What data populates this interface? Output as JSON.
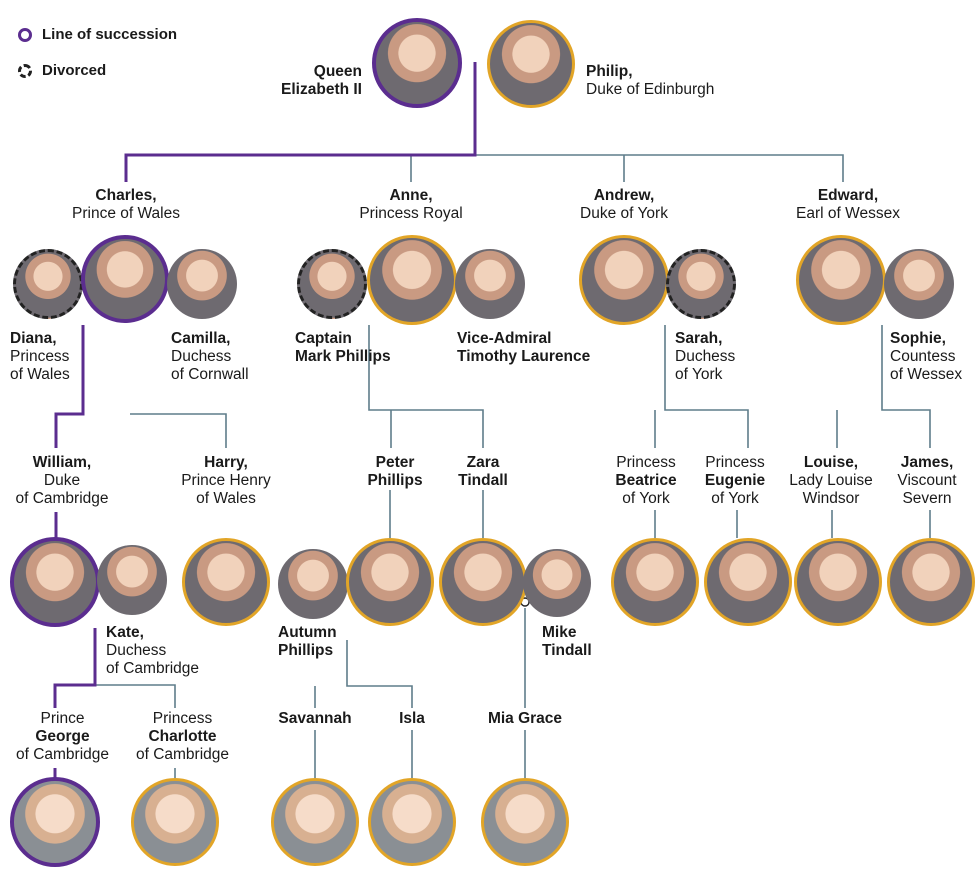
{
  "legend": {
    "line_of_succession": "Line of succession",
    "divorced": "Divorced"
  },
  "colors": {
    "succession": "#5b2d8f",
    "spouse_ring": "#e2a527",
    "line": "#5f7d8a",
    "divorced": "#222222"
  },
  "people": {
    "elizabeth": {
      "l1": "Queen",
      "l2": "Elizabeth II"
    },
    "philip": {
      "l1": "Philip,",
      "l2": "Duke of Edinburgh"
    },
    "charles": {
      "l1": "Charles,",
      "l2": "Prince of Wales"
    },
    "anne": {
      "l1": "Anne,",
      "l2": "Princess Royal"
    },
    "andrew": {
      "l1": "Andrew,",
      "l2": "Duke of York"
    },
    "edward": {
      "l1": "Edward,",
      "l2": "Earl of Wessex"
    },
    "diana": {
      "l1": "Diana,",
      "l2": "Princess",
      "l3": "of Wales"
    },
    "camilla": {
      "l1": "Camilla,",
      "l2": "Duchess",
      "l3": "of Cornwall"
    },
    "mark": {
      "l1": "Captain",
      "l2": "Mark Phillips"
    },
    "timothy": {
      "l1": "Vice-Admiral",
      "l2": "Timothy Laurence"
    },
    "sarah": {
      "l1": "Sarah,",
      "l2": "Duchess",
      "l3": "of York"
    },
    "sophie": {
      "l1": "Sophie,",
      "l2": "Countess",
      "l3": "of Wessex"
    },
    "william": {
      "l1": "William,",
      "l2": "Duke",
      "l3": "of Cambridge"
    },
    "harry": {
      "l1": "Harry,",
      "l2": "Prince Henry",
      "l3": "of Wales"
    },
    "peter": {
      "l1": "Peter",
      "l2": "Phillips"
    },
    "zara": {
      "l1": "Zara",
      "l2": "Tindall"
    },
    "beatrice": {
      "l1": "Princess",
      "l2": "Beatrice",
      "l3": "of York"
    },
    "eugenie": {
      "l1": "Princess",
      "l2": "Eugenie",
      "l3": "of York"
    },
    "louise": {
      "l1": "Louise,",
      "l2": "Lady Louise",
      "l3": "Windsor"
    },
    "james": {
      "l1": "James,",
      "l2": "Viscount",
      "l3": "Severn"
    },
    "kate": {
      "l1": "Kate,",
      "l2": "Duchess",
      "l3": "of Cambridge"
    },
    "autumn": {
      "l1": "Autumn",
      "l2": "Phillips"
    },
    "mike": {
      "l1": "Mike",
      "l2": "Tindall"
    },
    "george": {
      "l1": "Prince",
      "l2": "George",
      "l3": "of Cambridge"
    },
    "charlotte": {
      "l1": "Princess",
      "l2": "Charlotte",
      "l3": "of Cambridge"
    },
    "savannah": {
      "l1": "Savannah"
    },
    "isla": {
      "l1": "Isla"
    },
    "mia": {
      "l1": "Mia Grace"
    }
  }
}
